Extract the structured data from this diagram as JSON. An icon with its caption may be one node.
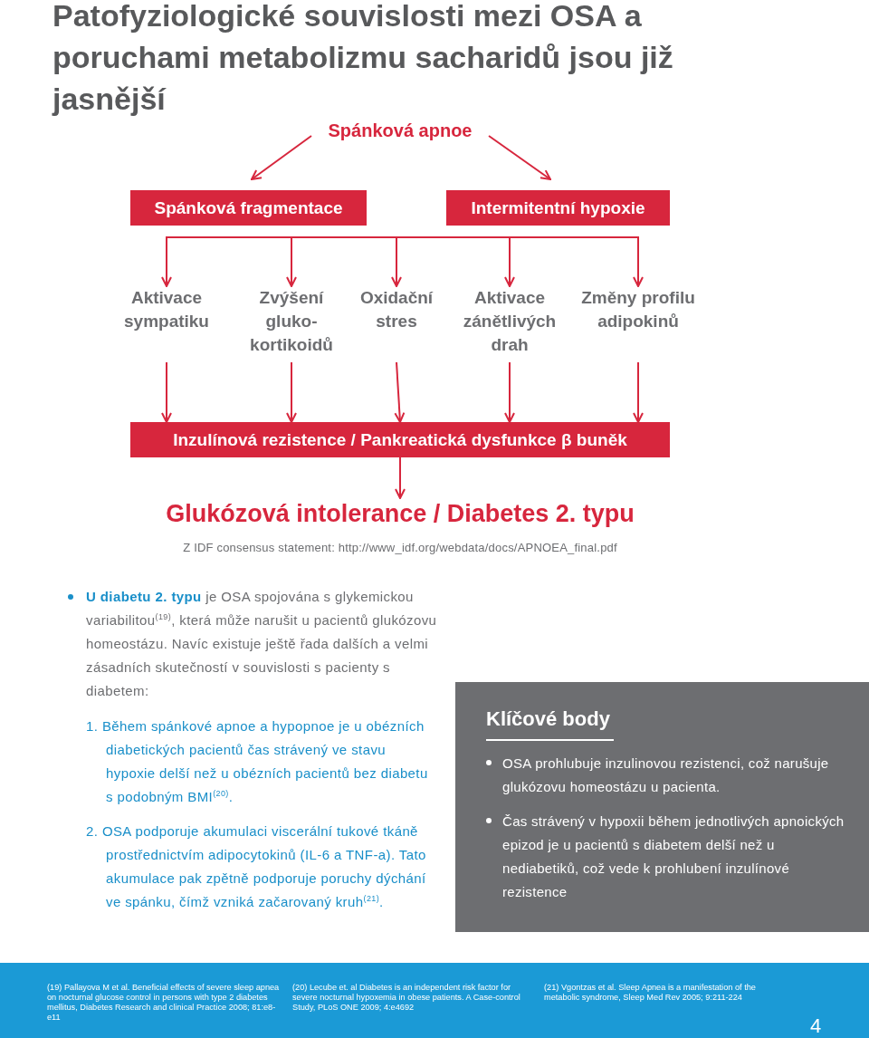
{
  "diagram": {
    "title": "Patofyziologické souvislosti mezi OSA a poruchami metabolizmu sacharidů jsou již jasnější",
    "nodes": [
      {
        "text": [
          "Spánková apnoe"
        ]
      },
      {
        "text": [
          "Spánková fragmentace"
        ]
      },
      {
        "text": [
          "Intermitentní hypoxie"
        ]
      },
      {
        "text": [
          "Aktivace sympatiku"
        ]
      },
      {
        "text": [
          "Zvýšení gluko- kortikoidů"
        ]
      },
      {
        "text": [
          "Oxidační stres"
        ]
      },
      {
        "text": [
          "Aktivace zánětlivých drah"
        ]
      },
      {
        "text": [
          "Změny profilu adipokinů"
        ]
      },
      {
        "text": [
          "Inzulínová rezistence / Pankreatická dysfunkce β buněk"
        ]
      },
      {
        "text": [
          "Glukózová intolerance / Diabetes 2. typu"
        ]
      },
      {
        "text": [
          "Klíčové body",
          "OSA prohlubuje inzulinovou rezistenci, což narušuje glukózovu homeostázu u pacienta.",
          "Čas strávený v hypoxii během jednotlivých apnoických epizod je u pacientů s diabetem delší než u nediabetiků, což vede k prohlubení inzulínové rezistence"
        ]
      },
      {
        "text": [
          "(19) Pallayova M et al. Beneficial effects of severe sleep apnea on nocturnal glucose control in persons with type 2 diabetes mellitus, Diabetes Research and clinical Practice 2008; 81:e8-e11",
          "(20) Lecube et. al Diabetes is an independent risk factor for severe nocturnal hypoxemia in obese patients. A Case-control Study, PLoS ONE 2009; 4:e4692",
          "(21) Vgontzas et al. Sleep Apnea is a manifestation of the metabolic syndrome, Sleep Med Rev 2005; 9:211-224",
          "4"
        ]
      }
    ],
    "edges": [
      {
        "from": 0,
        "to": 1,
        "arrow": "to"
      },
      {
        "from": 0,
        "to": 2,
        "arrow": "to"
      },
      {
        "from": null,
        "to": 3,
        "arrow": "to"
      },
      {
        "from": null,
        "to": 4,
        "arrow": "to"
      },
      {
        "from": null,
        "to": 5,
        "arrow": "to"
      },
      {
        "from": null,
        "to": 6,
        "arrow": "to"
      },
      {
        "from": null,
        "to": 7,
        "arrow": "to"
      },
      {
        "from": 3,
        "to": 8,
        "arrow": "to"
      },
      {
        "from": 4,
        "to": 8,
        "arrow": "to"
      },
      {
        "from": 5,
        "to": 8,
        "arrow": "to"
      },
      {
        "from": 6,
        "to": 8,
        "arrow": "to"
      },
      {
        "from": 7,
        "to": 8,
        "arrow": "to"
      },
      {
        "from": 8,
        "to": 9,
        "arrow": "to"
      }
    ],
    "labels": [
      "Z IDF consensus statement: http://www_idf.org/webdata/docs/APNOEA_final.pdf",
      "**U diabetu 2. typu** je OSA spojována s glykemickou variabilitou$^{(19)}$, která může narušit u pacientů glukózovu homeostázu. Navíc existuje ještě řada dalších a velmi zásadních skutečností v souvislosti s pacienty s diabetem:",
      "1. Během spánkové apnoe a hypopnoe je u obézních diabetických pacientů čas strávený ve stavu hypoxie delší než u obézních pacientů bez diabetu s podobným BMI$^{(20)}$.",
      "2. OSA podporuje akumulaci viscerální tukové tkáně prostřednictvím adipocytokinů (IL-6 a TNF-a). Tato akumulace pak zpětně podporuje poruchy dýchání ve spánku, čímž vzniká začarovaný kruh$^{(21)}$."
    ]
  }
}
